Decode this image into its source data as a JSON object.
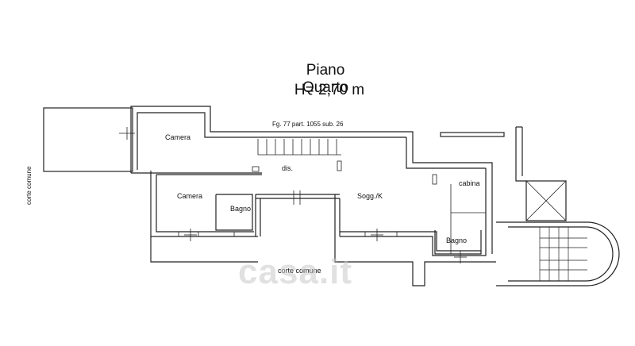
{
  "title": {
    "line1": "Piano Quarto",
    "line2": "H= 2,70  m"
  },
  "cadastral_ref": "Fg. 77 part. 1055 sub. 26",
  "rooms": {
    "camera_top": "Camera",
    "camera_left": "Camera",
    "bagno_left": "Bagno",
    "dis": "dis.",
    "sogg": "Sogg./K",
    "cabina": "cabina",
    "bagno_right": "Bagno"
  },
  "labels": {
    "corte_left": "corte comune",
    "corte_bottom": "corte comune"
  },
  "watermark": "casa.it",
  "colors": {
    "line": "#222222",
    "watermark": "#cccccc"
  }
}
